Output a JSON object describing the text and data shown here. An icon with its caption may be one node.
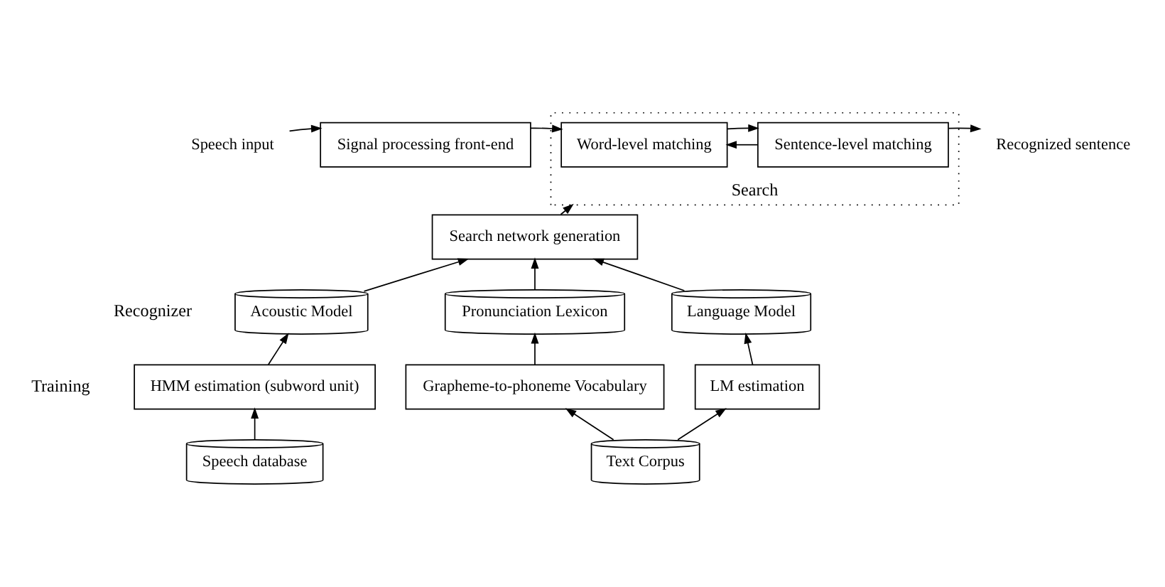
{
  "diagram": {
    "nodes": [
      {
        "text": [
          "Speech input"
        ]
      },
      {
        "text": [
          "Signal processing front-end"
        ]
      },
      {
        "text": [
          "Search"
        ]
      },
      {
        "text": [
          "Word-level matching"
        ],
        "in": 2
      },
      {
        "text": [
          "Sentence-level matching"
        ],
        "in": 2
      },
      {
        "text": [
          "Recognized sentence"
        ]
      },
      {
        "text": [
          "Search network generation"
        ]
      },
      {
        "text": [
          "Acoustic Model"
        ]
      },
      {
        "text": [
          "Pronunciation Lexicon"
        ]
      },
      {
        "text": [
          "Language Model"
        ]
      },
      {
        "text": [
          "Speech database"
        ]
      },
      {
        "text": [
          "Text Corpus"
        ]
      },
      {
        "text": [
          "HMM estimation (subword unit)"
        ]
      },
      {
        "text": [
          "Grapheme-to-phoneme Vocabulary"
        ]
      },
      {
        "text": [
          "LM estimation"
        ]
      }
    ],
    "edges": [
      {
        "from": 0,
        "to": 1,
        "arrow": "to"
      },
      {
        "from": 1,
        "to": 3,
        "arrow": "to"
      },
      {
        "from": 3,
        "to": 4,
        "arrow": "to"
      },
      {
        "from": 4,
        "to": 3,
        "arrow": "to"
      },
      {
        "from": 4,
        "to": 5,
        "arrow": "to"
      },
      {
        "from": 6,
        "to": 2,
        "arrow": "to"
      },
      {
        "from": 7,
        "to": 6,
        "arrow": "to"
      },
      {
        "from": 8,
        "to": 6,
        "arrow": "to"
      },
      {
        "from": 9,
        "to": 6,
        "arrow": "to"
      },
      {
        "from": 12,
        "to": 7,
        "arrow": "to"
      },
      {
        "from": 13,
        "to": 8,
        "arrow": "to"
      },
      {
        "from": 14,
        "to": 9,
        "arrow": "to"
      },
      {
        "from": 10,
        "to": 12,
        "arrow": "to"
      },
      {
        "from": 11,
        "to": 13,
        "arrow": "to"
      },
      {
        "from": 11,
        "to": 14,
        "arrow": "to"
      }
    ],
    "labels": [
      "Recognizer",
      "Training"
    ]
  }
}
